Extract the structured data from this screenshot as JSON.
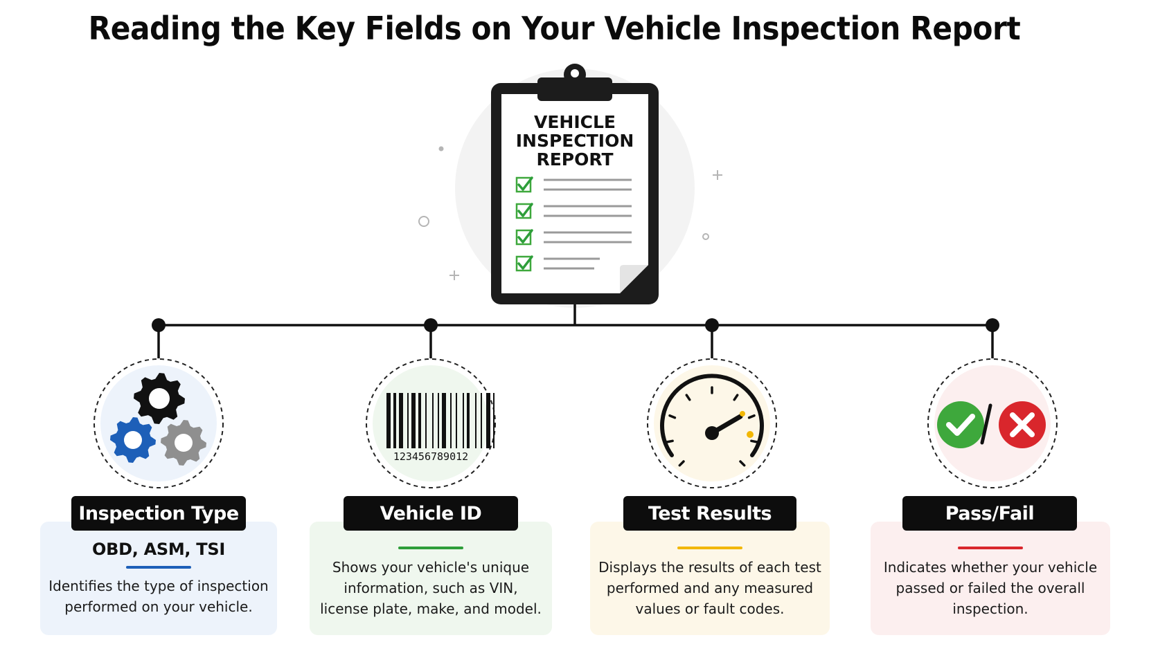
{
  "title": "Reading the Key Fields on Your Vehicle Inspection Report",
  "clipboard": {
    "heading": [
      "VEHICLE",
      "INSPECTION",
      "REPORT"
    ],
    "checklist_items": 4
  },
  "barcode_number": "123456789012",
  "fields": [
    {
      "label": "Inspection Type",
      "subtitle": "OBD, ASM, TSI",
      "description": [
        "Identifies the type of inspection",
        "performed on your vehicle."
      ],
      "icon": "gears-icon",
      "accent": "#1d5fb8",
      "tint": "#edf3fb"
    },
    {
      "label": "Vehicle ID",
      "subtitle": "",
      "description": [
        "Shows your vehicle's unique",
        "information, such as VIN,",
        "license plate, make, and model."
      ],
      "icon": "barcode-icon",
      "accent": "#2e9e3a",
      "tint": "#eff7ee"
    },
    {
      "label": "Test Results",
      "subtitle": "",
      "description": [
        "Displays the results of each test",
        "performed and any measured",
        "values or fault codes."
      ],
      "icon": "gauge-icon",
      "accent": "#f2b705",
      "tint": "#fdf7e8"
    },
    {
      "label": "Pass/Fail",
      "subtitle": "",
      "description": [
        "Indicates whether your vehicle",
        "passed or failed the overall",
        "inspection."
      ],
      "icon": "pass-fail-icon",
      "accent": "#d9262c",
      "tint": "#fcefef"
    }
  ]
}
